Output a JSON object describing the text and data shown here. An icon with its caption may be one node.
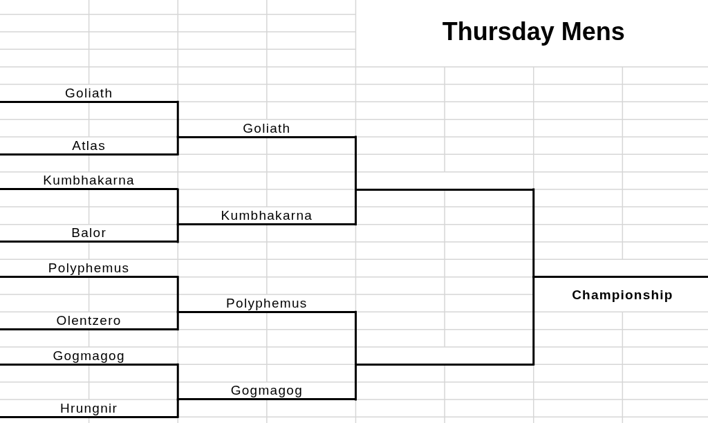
{
  "diagram": {
    "title": "Thursday Mens",
    "nodes": [
      {
        "text": [
          "Goliath"
        ]
      },
      {
        "text": [
          "Atlas"
        ]
      },
      {
        "text": [
          "Kumbhakarna"
        ]
      },
      {
        "text": [
          "Balor"
        ]
      },
      {
        "text": [
          "Polyphemus"
        ]
      },
      {
        "text": [
          "Olentzero"
        ]
      },
      {
        "text": [
          "Gogmagog"
        ]
      },
      {
        "text": [
          "Hrungnir"
        ]
      },
      {
        "text": [
          "Goliath"
        ]
      },
      {
        "text": [
          "Kumbhakarna"
        ]
      },
      {
        "text": [
          "Polyphemus"
        ]
      },
      {
        "text": [
          "Gogmagog"
        ]
      },
      {
        "text": [],
        "shape": "bar"
      },
      {
        "text": [],
        "shape": "bar"
      },
      {
        "text": [
          "Championship"
        ]
      }
    ],
    "edges": [
      {
        "from": 0,
        "to": 8,
        "arrow": "none"
      },
      {
        "from": 1,
        "to": 8,
        "arrow": "none"
      },
      {
        "from": 2,
        "to": 9,
        "arrow": "none"
      },
      {
        "from": 3,
        "to": 9,
        "arrow": "none"
      },
      {
        "from": 4,
        "to": 10,
        "arrow": "none"
      },
      {
        "from": 5,
        "to": 10,
        "arrow": "none"
      },
      {
        "from": 6,
        "to": 11,
        "arrow": "none"
      },
      {
        "from": 7,
        "to": 11,
        "arrow": "none"
      },
      {
        "from": 8,
        "to": 12,
        "arrow": "none"
      },
      {
        "from": 9,
        "to": 12,
        "arrow": "none"
      },
      {
        "from": 10,
        "to": 13,
        "arrow": "none"
      },
      {
        "from": 11,
        "to": 13,
        "arrow": "none"
      },
      {
        "from": 12,
        "to": 14,
        "arrow": "none"
      },
      {
        "from": 13,
        "to": 14,
        "arrow": "none"
      }
    ]
  }
}
